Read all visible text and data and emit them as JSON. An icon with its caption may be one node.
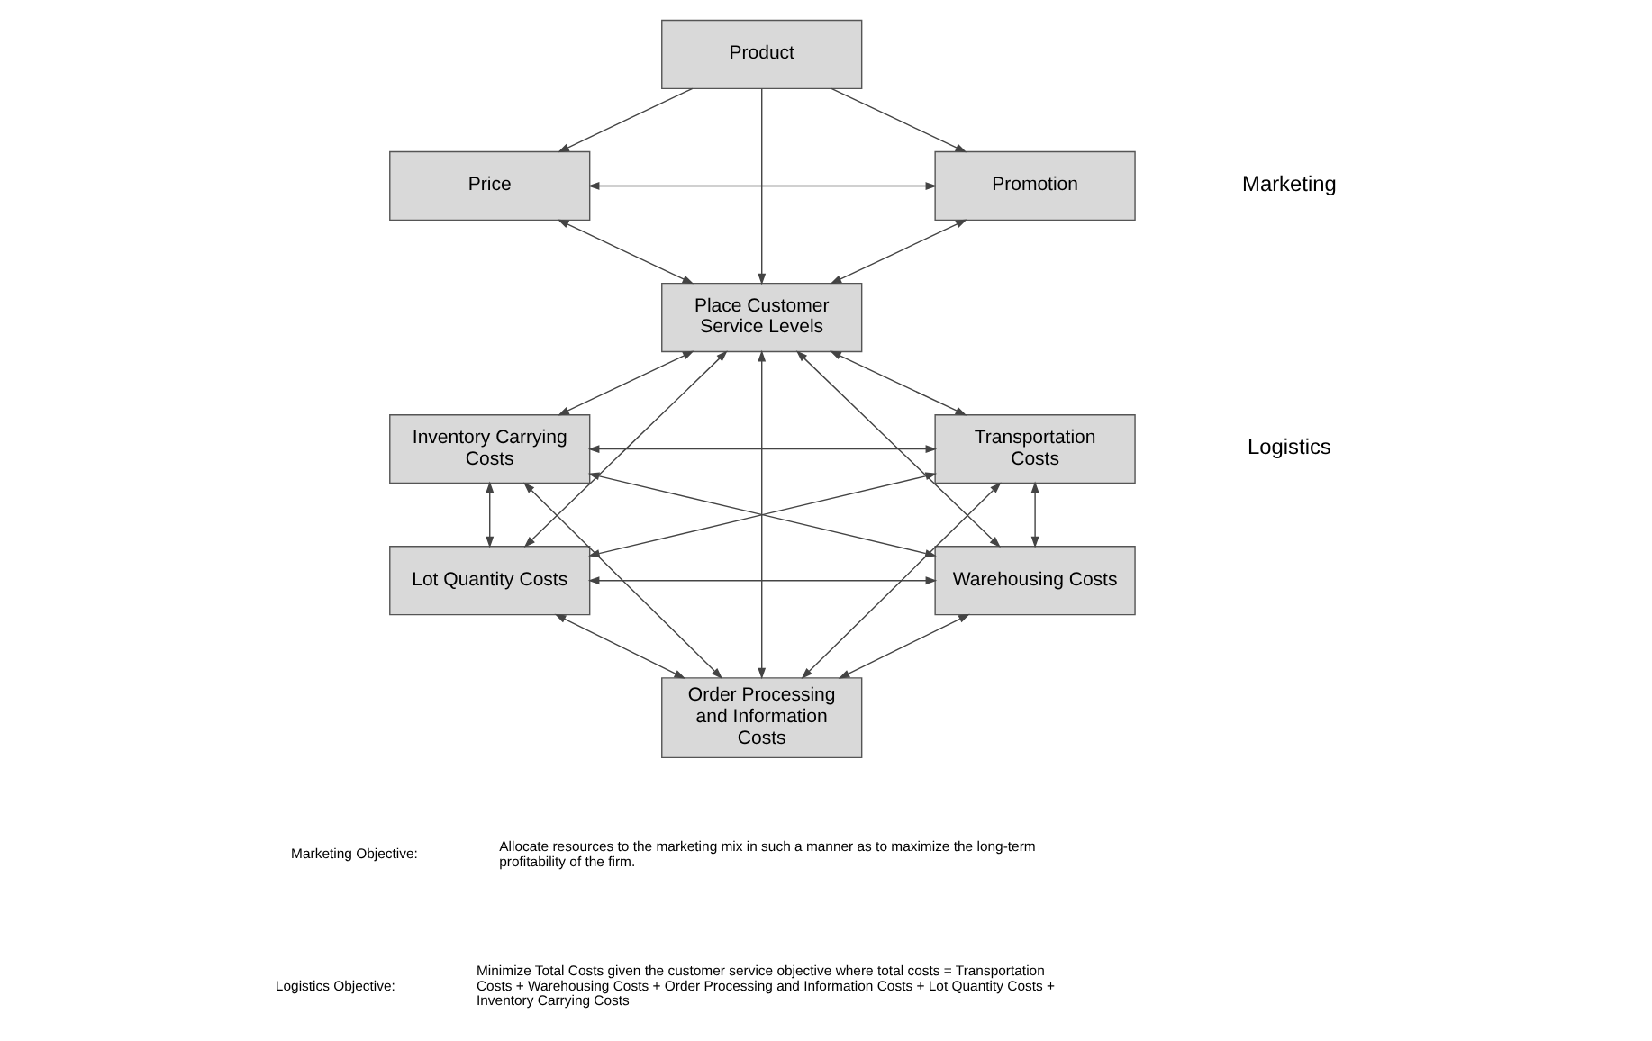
{
  "diagram": {
    "nodes": [
      {
        "text": [
          "Product"
        ]
      },
      {
        "text": [
          "Price"
        ]
      },
      {
        "text": [
          "Promotion"
        ]
      },
      {
        "text": [
          "Place Customer Service Levels"
        ]
      },
      {
        "text": [
          "Inventory Carrying Costs"
        ]
      },
      {
        "text": [
          "Transportation Costs"
        ]
      },
      {
        "text": [
          "Lot Quantity Costs"
        ]
      },
      {
        "text": [
          "Warehousing Costs"
        ]
      },
      {
        "text": [
          "Order Processing and Information Costs"
        ]
      }
    ],
    "edges": [
      {
        "from": 0,
        "to": 1,
        "arrow": "to"
      },
      {
        "from": 0,
        "to": 2,
        "arrow": "to"
      },
      {
        "from": 0,
        "to": 3,
        "arrow": "to"
      },
      {
        "from": 1,
        "to": 2,
        "arrow": "both"
      },
      {
        "from": 1,
        "to": 3,
        "arrow": "both"
      },
      {
        "from": 2,
        "to": 3,
        "arrow": "both"
      },
      {
        "from": 3,
        "to": 4,
        "arrow": "both"
      },
      {
        "from": 3,
        "to": 5,
        "arrow": "both"
      },
      {
        "from": 3,
        "to": 6,
        "arrow": "both"
      },
      {
        "from": 3,
        "to": 7,
        "arrow": "both"
      },
      {
        "from": 3,
        "to": 8,
        "arrow": "both"
      },
      {
        "from": 4,
        "to": 5,
        "arrow": "both"
      },
      {
        "from": 4,
        "to": 6,
        "arrow": "both"
      },
      {
        "from": 4,
        "to": 7,
        "arrow": "both"
      },
      {
        "from": 4,
        "to": 8,
        "arrow": "both"
      },
      {
        "from": 6,
        "to": 5,
        "arrow": "both"
      },
      {
        "from": 6,
        "to": 7,
        "arrow": "both"
      },
      {
        "from": 6,
        "to": 8,
        "arrow": "both"
      },
      {
        "from": 5,
        "to": 7,
        "arrow": "both"
      },
      {
        "from": 5,
        "to": 8,
        "arrow": "both"
      },
      {
        "from": 7,
        "to": 8,
        "arrow": "both"
      }
    ],
    "labels": [
      "Marketing",
      "Logistics",
      "Marketing Objective:",
      "Allocate resources to the marketing mix in such a manner as to maximize the long-term profitability of the firm.",
      "Logistics Objective:",
      "Minimize Total Costs given the customer service objective where total costs = Transportation Costs + Warehousing Costs + Order Processing and Information Costs + Lot Quantity Costs + Inventory Carrying Costs"
    ]
  }
}
